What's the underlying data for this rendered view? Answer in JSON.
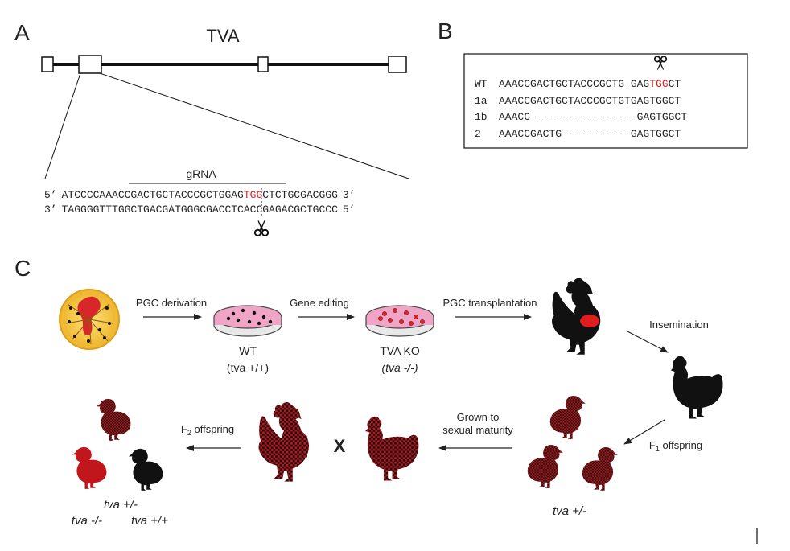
{
  "panel_a": {
    "label": "A",
    "gene_name": "TVA",
    "grna_label": "gRNA",
    "seq_top": {
      "prime_left": "5’",
      "part1": "ATCCCCAAACCGACTGCTACCCGCTGGAG",
      "pam": "TGG",
      "part2": "CTCTGCGACGGG",
      "prime_right": "3’"
    },
    "seq_bottom": {
      "prime_left": "3’",
      "text": "TAGGGGTTTGGCTGACGATGGGCGACCTCACCGAGACGCTGCCC",
      "prime_right": "5’"
    }
  },
  "panel_b": {
    "label": "B",
    "rows": [
      {
        "name": "WT",
        "pre": "AAACCGACTGCTACCCGCTG-GAG",
        "pam": "TGG",
        "post": "CT"
      },
      {
        "name": "1a",
        "pre": "AAACCGACTGCTACCCGCTGTGAGTGGCT",
        "pam": "",
        "post": ""
      },
      {
        "name": "1b",
        "pre": "AAACC-----------------GAGTGGCT",
        "pam": "",
        "post": ""
      },
      {
        "name": "2",
        "pre": "AAACCGACTG-----------GAGTGGCT",
        "pam": "",
        "post": ""
      }
    ]
  },
  "panel_c": {
    "label": "C",
    "steps": {
      "pgc_derivation": "PGC derivation",
      "gene_editing": "Gene editing",
      "pgc_transplantation": "PGC transplantation",
      "insemination": "Insemination",
      "grown_line1": "Grown to",
      "grown_line2": "sexual maturity",
      "f1_prefix": "F",
      "f1_sub": "1",
      "f1_suffix": " offspring",
      "f2_prefix": "F",
      "f2_sub": "2",
      "f2_suffix": " offspring"
    },
    "dish_wt": {
      "title": "WT",
      "genotype": "(tva +/+)"
    },
    "dish_ko": {
      "title": "TVA KO",
      "genotype": "(tva -/-)"
    },
    "cross_symbol": "X",
    "genotypes": {
      "f1": "tva +/-",
      "f2_het": "tva +/-",
      "f2_ko": "tva -/-",
      "f2_wt": "tva +/+"
    }
  },
  "colors": {
    "pam_red": "#e0201c",
    "chick_red": "#c0161c",
    "dish_pink": "#f1a5c6",
    "embryo_yellow": "#f5c63c",
    "text": "#222222"
  }
}
